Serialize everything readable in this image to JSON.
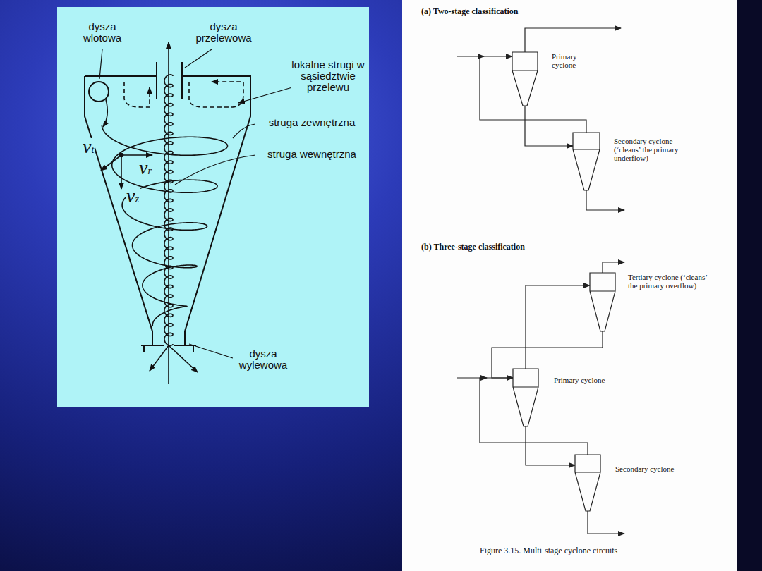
{
  "diagram": {
    "caption": "Figure 3.15. Multi-stage cyclone circuits",
    "nodes": [
      {
        "text": [
          "Primary cyclone"
        ]
      },
      {
        "text": [
          "Secondary cyclone (‘cleans’ the primary underflow)"
        ]
      },
      {
        "text": [
          "Tertiary cyclone (‘cleans’ the primary overflow)"
        ]
      },
      {
        "text": [
          "Primary cyclone"
        ]
      },
      {
        "text": [
          "Secondary cyclone"
        ]
      }
    ],
    "edges": [
      {
        "from": 0,
        "to": 1,
        "arrow": "to"
      },
      {
        "from": 1,
        "to": 0,
        "arrow": "to"
      },
      {
        "from": 3,
        "to": 2,
        "arrow": "to"
      },
      {
        "from": 2,
        "to": 3,
        "arrow": "to"
      },
      {
        "from": 3,
        "to": 4,
        "arrow": "to"
      },
      {
        "from": 4,
        "to": 3,
        "arrow": "to"
      }
    ],
    "labels": [
      "dysza wlotowa",
      "dysza przelewowa",
      "lokalne strugi w sąsiedztwie przelewu",
      "struga zewnętrzna",
      "struga wewnętrzna",
      "vt",
      "vr",
      "vz",
      "dysza wylewowa",
      "(a) Two-stage classification",
      "(b) Three-stage classification"
    ]
  }
}
